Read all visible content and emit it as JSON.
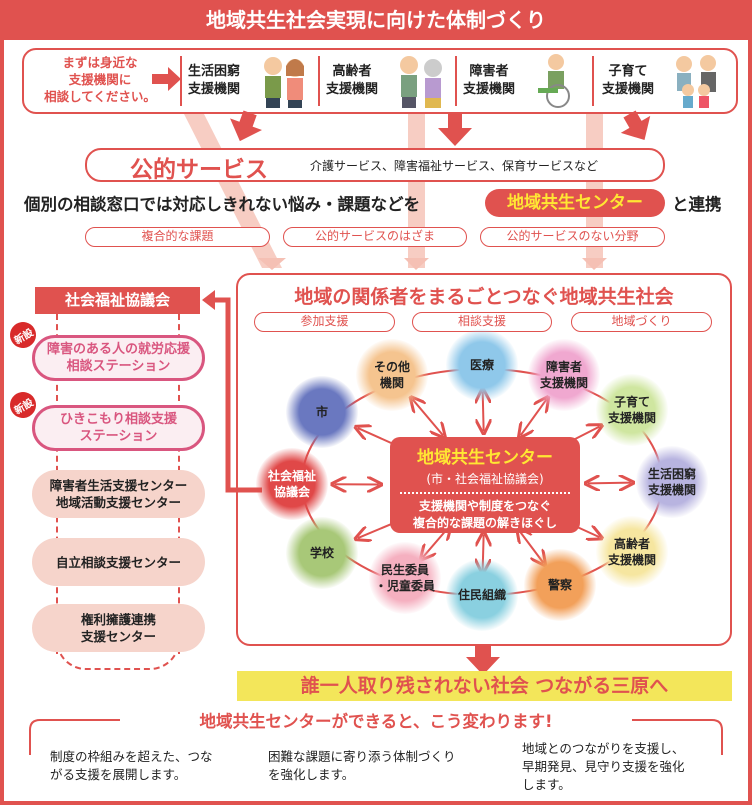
{
  "title": "地域共生社会実現に向けた体制づくり",
  "top": {
    "lead": [
      "まずは身近な",
      "支援機関に",
      "相談してください。"
    ],
    "agencies": [
      {
        "line1": "生活困窮",
        "line2": "支援機関"
      },
      {
        "line1": "高齢者",
        "line2": "支援機関"
      },
      {
        "line1": "障害者",
        "line2": "支援機関"
      },
      {
        "line1": "子育て",
        "line2": "支援機関"
      }
    ]
  },
  "public": {
    "label": "公的サービス",
    "examples": "介護サービス、障害福祉サービス、保育サービスなど"
  },
  "consult": {
    "text": "個別の相談窓口では対応しきれない悩み・課題などを",
    "center": "地域共生センター",
    "suffix": "と連携"
  },
  "issues": [
    "複合的な課題",
    "公的サービスのはざま",
    "公的サービスのない分野"
  ],
  "community": {
    "title": "地域の関係者をまるごとつなぐ地域共生社会",
    "supports": [
      "参加支援",
      "相談支援",
      "地域づくり"
    ],
    "nodes": [
      {
        "l1": "その他",
        "l2": "機関",
        "color": "#f5c48f"
      },
      {
        "l1": "医療",
        "l2": "",
        "color": "#8fc8ea"
      },
      {
        "l1": "障害者",
        "l2": "支援機関",
        "color": "#f0a8d0"
      },
      {
        "l1": "子育て",
        "l2": "支援機関",
        "color": "#cfe6a0"
      },
      {
        "l1": "生活困窮",
        "l2": "支援機関",
        "color": "#b8b4e0"
      },
      {
        "l1": "高齢者",
        "l2": "支援機関",
        "color": "#f6e6a0"
      },
      {
        "l1": "警察",
        "l2": "",
        "color": "#f2a05a"
      },
      {
        "l1": "住民組織",
        "l2": "",
        "color": "#8ad0e0"
      },
      {
        "l1": "民生委員",
        "l2": "・児童委員",
        "color": "#f5b0c0"
      },
      {
        "l1": "学校",
        "l2": "",
        "color": "#a8c878"
      },
      {
        "l1": "社会福祉",
        "l2": "協議会",
        "color": "#e04848"
      },
      {
        "l1": "市",
        "l2": "",
        "color": "#6a78c0"
      }
    ],
    "center": {
      "title": "地域共生センター",
      "sub": "(市・社会福祉協議会)",
      "desc1": "支援機関や制度をつなぐ",
      "desc2": "複合的な課題の解きほぐし"
    }
  },
  "council": {
    "title": "社会福祉協議会",
    "badge": "新設",
    "new_items": [
      {
        "l1": "障害のある人の就労応援",
        "l2": "相談ステーション"
      },
      {
        "l1": "ひきこもり相談支援",
        "l2": "ステーション"
      }
    ],
    "items": [
      {
        "l1": "障害者生活支援センター",
        "l2": "地域活動支援センター"
      },
      {
        "l1": "自立相談支援センター",
        "l2": ""
      },
      {
        "l1": "権利擁護連携",
        "l2": "支援センター"
      }
    ]
  },
  "banner": "誰一人取り残されない社会 つながる三原へ",
  "changes": {
    "heading": "地域共生センターができると、こう変わります!",
    "items": [
      [
        "制度の枠組みを超えた、つな",
        "がる支援を展開します。"
      ],
      [
        "困難な課題に寄り添う体制づくり",
        "を強化します。"
      ],
      [
        "地域とのつながりを支援し、",
        "早期発見、見守り支援を強化",
        "します。"
      ]
    ]
  },
  "colors": {
    "accent": "#e0524f",
    "yellow": "#ffe733",
    "banner": "#f3e65a",
    "pink": "#d9567f"
  }
}
